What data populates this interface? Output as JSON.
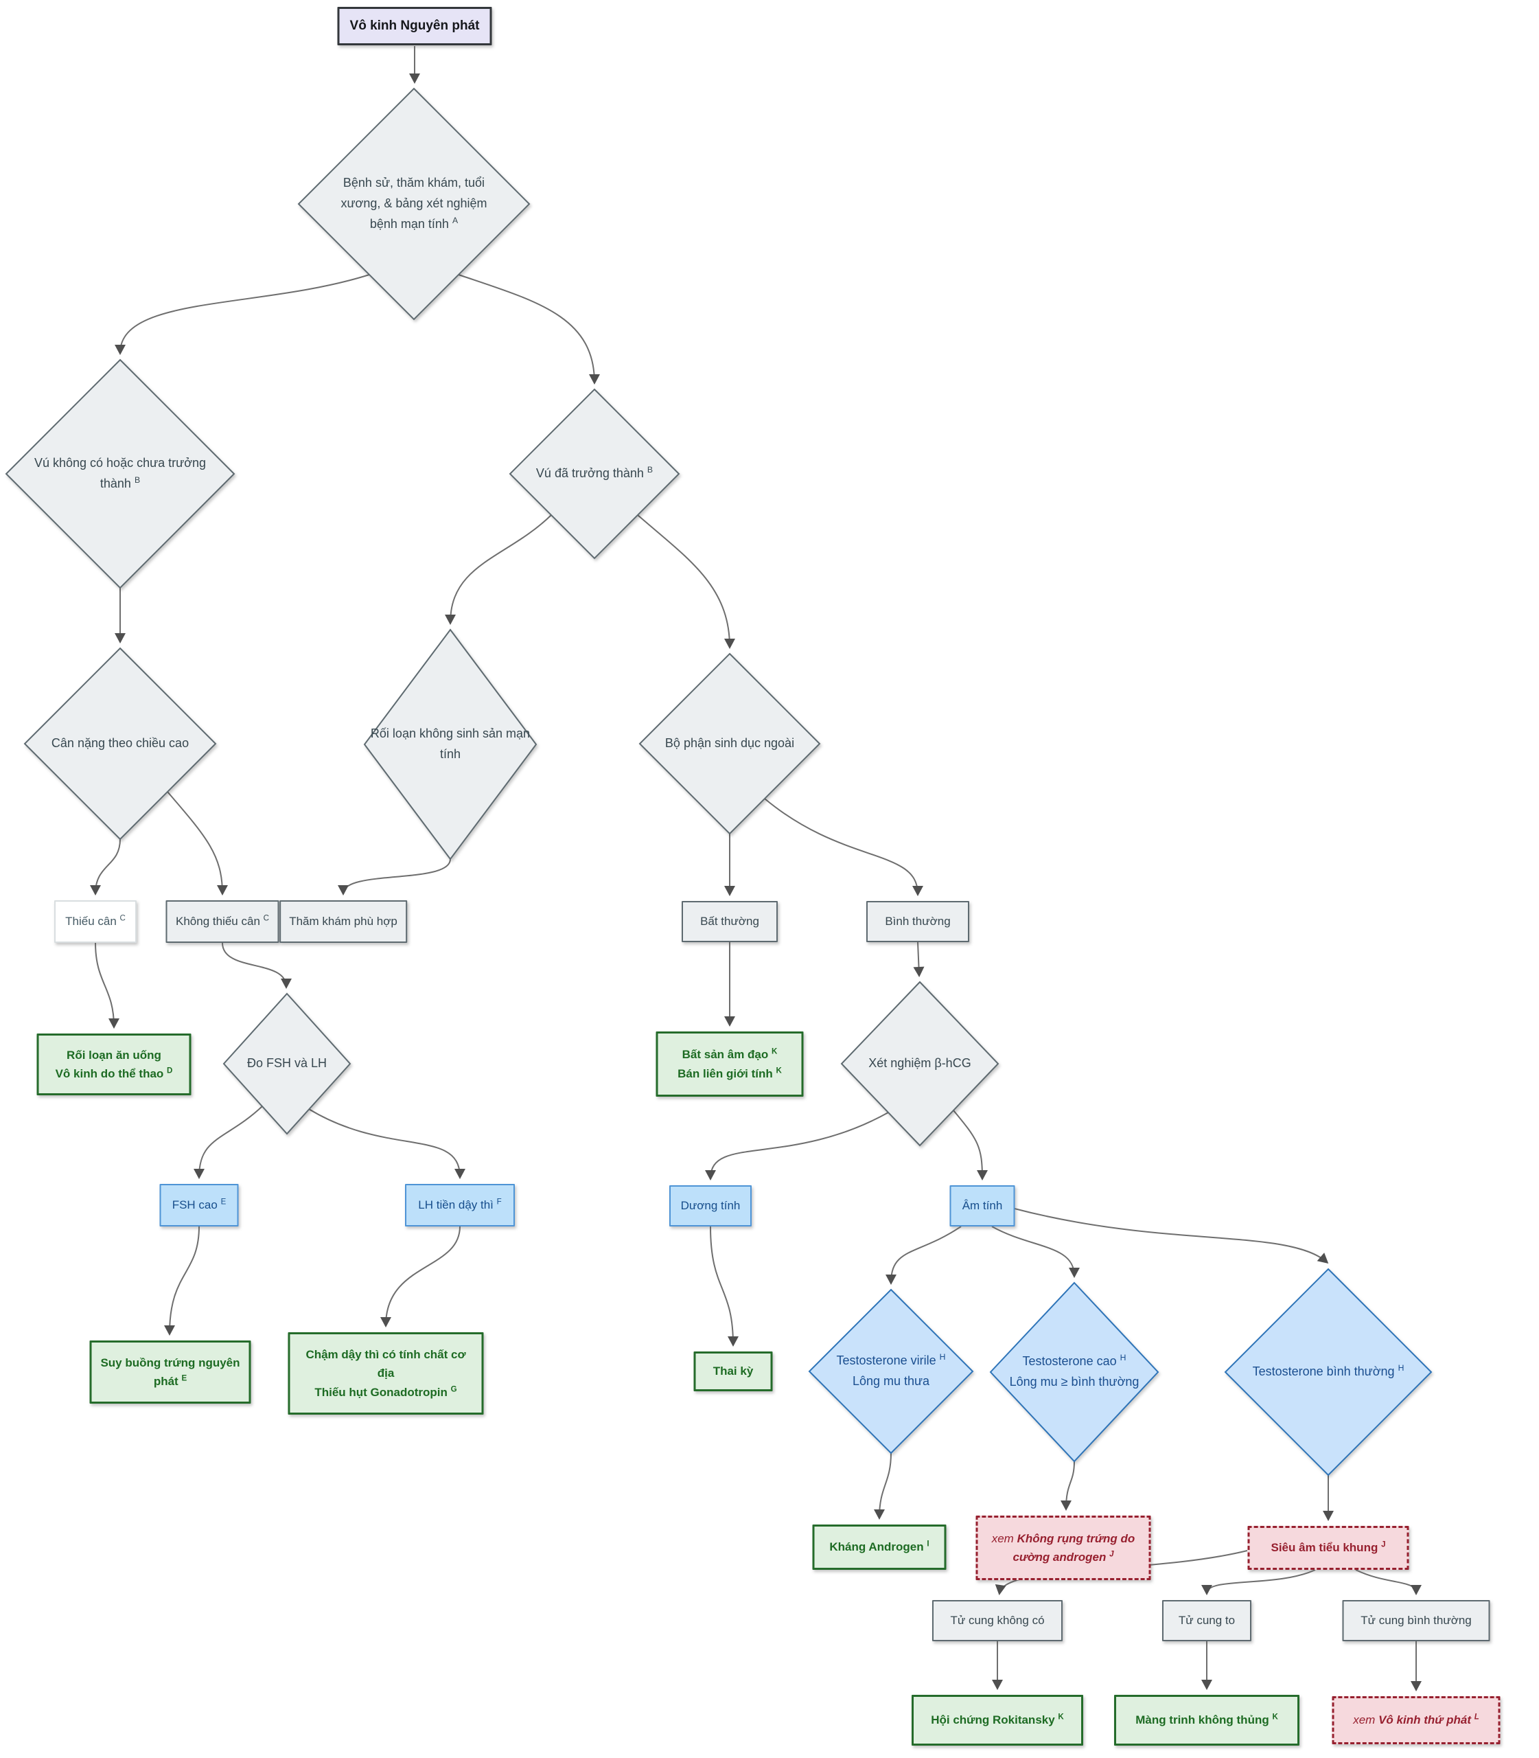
{
  "palette": {
    "start_fill": "#E6E4F6",
    "start_border": "#33373B",
    "decision_gray_fill": "#ECEFF1",
    "decision_gray_border": "#5E6A70",
    "decision_blue_fill": "#C9E2FB",
    "decision_blue_border": "#2E74B8",
    "green_fill": "#DFF0DF",
    "green_border": "#256C2B",
    "blue_box_fill": "#BDE0FA",
    "blue_box_border": "#4E94D6",
    "pink_fill": "#F6D9DD",
    "pink_border": "#97202F",
    "arrow_color": "#6e6e6e"
  },
  "nodes": {
    "start": {
      "label": "Vô kinh Nguyên phát"
    },
    "workup": {
      "line1": "Bệnh sử, thăm khám, tuổi",
      "line2": "xương, & bảng xét nghiệm",
      "line3": "bệnh mạn tính",
      "sup3": "A"
    },
    "breast_absent": {
      "line1": "Vú không có hoặc chưa trưởng",
      "line2": "thành",
      "sup2": "B"
    },
    "breast_mature": {
      "line1": "Vú đã trưởng thành",
      "sup1": "B"
    },
    "weight_height": {
      "line1": "Cân nặng theo chiều cao"
    },
    "chronic_disorder": {
      "line1": "Rối loạn không sinh sản mạn",
      "line2": "tính"
    },
    "external_genitalia": {
      "line1": "Bộ phận sinh dục ngoài"
    },
    "underweight": {
      "text": "Thiếu cân",
      "sup": "C"
    },
    "not_underweight": {
      "text": "Không thiếu cân",
      "sup": "C"
    },
    "appropriate_exam": {
      "text": "Thăm khám phù hợp"
    },
    "abnormal": {
      "text": "Bất thường"
    },
    "normal": {
      "text": "Bình thường"
    },
    "eating_disorder": {
      "line1": "Rối loạn ăn uống",
      "line2": "Vô kinh do thể thao",
      "sup2": "D"
    },
    "measure_fsh_lh": {
      "line1": "Đo FSH và LH"
    },
    "vaginal_agenesis": {
      "line1": "Bất sản âm đạo",
      "sup1": "K",
      "line2": "Bán liên giới tính",
      "sup2": "K"
    },
    "bhcg_test": {
      "line1": "Xét nghiệm β-hCG"
    },
    "fsh_high": {
      "text": "FSH cao",
      "sup": "E"
    },
    "lh_prepubertal": {
      "text": "LH tiền dậy thì",
      "sup": "F"
    },
    "positive": {
      "text": "Dương tính"
    },
    "negative": {
      "text": "Âm tính"
    },
    "ovarian_failure": {
      "line1": "Suy buồng trứng nguyên",
      "line2": "phát",
      "sup2": "E"
    },
    "constitutional_delay": {
      "line1": "Chậm dậy thì có tính chất cơ",
      "line2": "địa",
      "line3": "Thiếu hụt Gonadotropin",
      "sup3": "G"
    },
    "pregnancy": {
      "text": "Thai kỳ"
    },
    "testosterone_virile": {
      "line1": "Testosterone virile",
      "sup1": "H",
      "line2": "Lông mu thưa"
    },
    "testosterone_high": {
      "line1": "Testosterone cao",
      "sup1": "H",
      "line2": "Lông mu ≥ bình thường"
    },
    "testosterone_normal": {
      "line1": "Testosterone bình thường",
      "sup1": "H"
    },
    "androgen_insensitivity": {
      "text": "Kháng Androgen",
      "sup": "I"
    },
    "see_anovulation": {
      "prefix": "xem",
      "line1": "Không rụng trứng do",
      "line2": "cường androgen",
      "sup": "J"
    },
    "pelvic_ultrasound": {
      "text": "Siêu âm tiểu khung",
      "sup": "J"
    },
    "uterus_absent": {
      "text": "Tử cung không có"
    },
    "uterus_enlarged": {
      "text": "Tử cung to"
    },
    "uterus_normal": {
      "text": "Tử cung bình thường"
    },
    "rokitansky": {
      "text": "Hội chứng Rokitansky",
      "sup": "K"
    },
    "imperforate_hymen": {
      "text": "Màng trinh không thủng",
      "sup": "K"
    },
    "see_secondary": {
      "prefix": "xem",
      "text": "Vô kinh thứ phát",
      "sup": "L"
    }
  }
}
